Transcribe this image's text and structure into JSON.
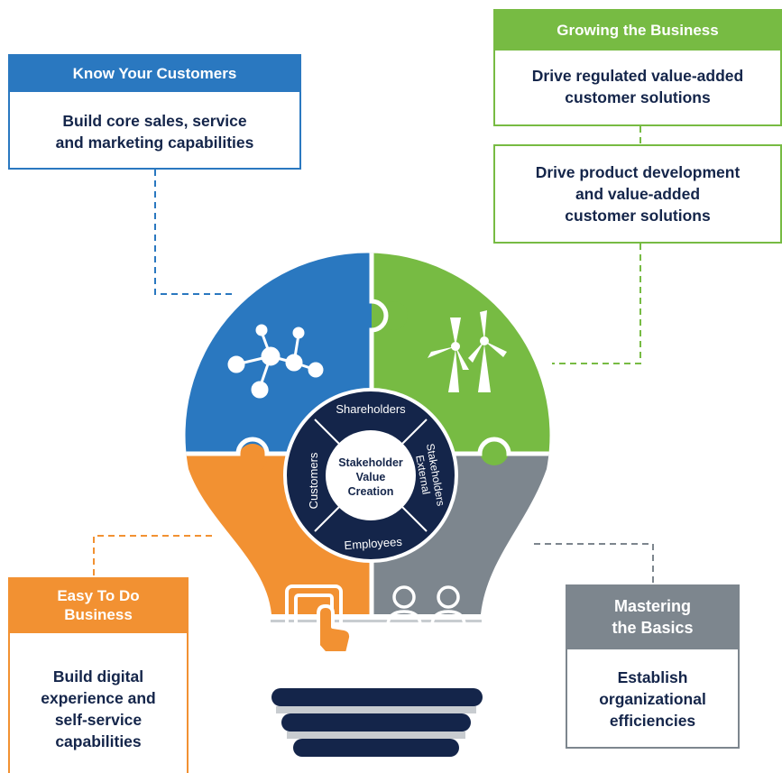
{
  "colors": {
    "blue": "#2a78c0",
    "green": "#77bb43",
    "orange": "#f29132",
    "gray": "#7d868e",
    "navy": "#14254a",
    "base_light": "#c8ccd0"
  },
  "panels": {
    "know_customers": {
      "header": "Know Your Customers",
      "lines": [
        "Build core sales, service",
        "and marketing capabilities"
      ]
    },
    "growing_business": {
      "header": "Growing the Business",
      "item1": [
        "Drive regulated value-added",
        "customer solutions"
      ],
      "item2": [
        "Drive product development",
        "and value-added",
        "customer solutions"
      ]
    },
    "easy_business": {
      "header": [
        "Easy To Do",
        "Business"
      ],
      "lines": [
        "Build digital",
        "experience and",
        "self-service",
        "capabilities"
      ]
    },
    "mastering_basics": {
      "header": [
        "Mastering",
        "the Basics"
      ],
      "lines": [
        "Establish",
        "organizational",
        "efficiencies"
      ]
    }
  },
  "hub": {
    "center": [
      "Stakeholder",
      "Value",
      "Creation"
    ],
    "segments": {
      "top": "Shareholders",
      "right": [
        "External",
        "Stakeholders"
      ],
      "bottom": "Employees",
      "left": "Customers"
    }
  },
  "icons": {
    "blue": "network-icon",
    "green": "wind-turbine-icon",
    "orange": "tablet-touch-icon",
    "gray": "team-icon"
  }
}
